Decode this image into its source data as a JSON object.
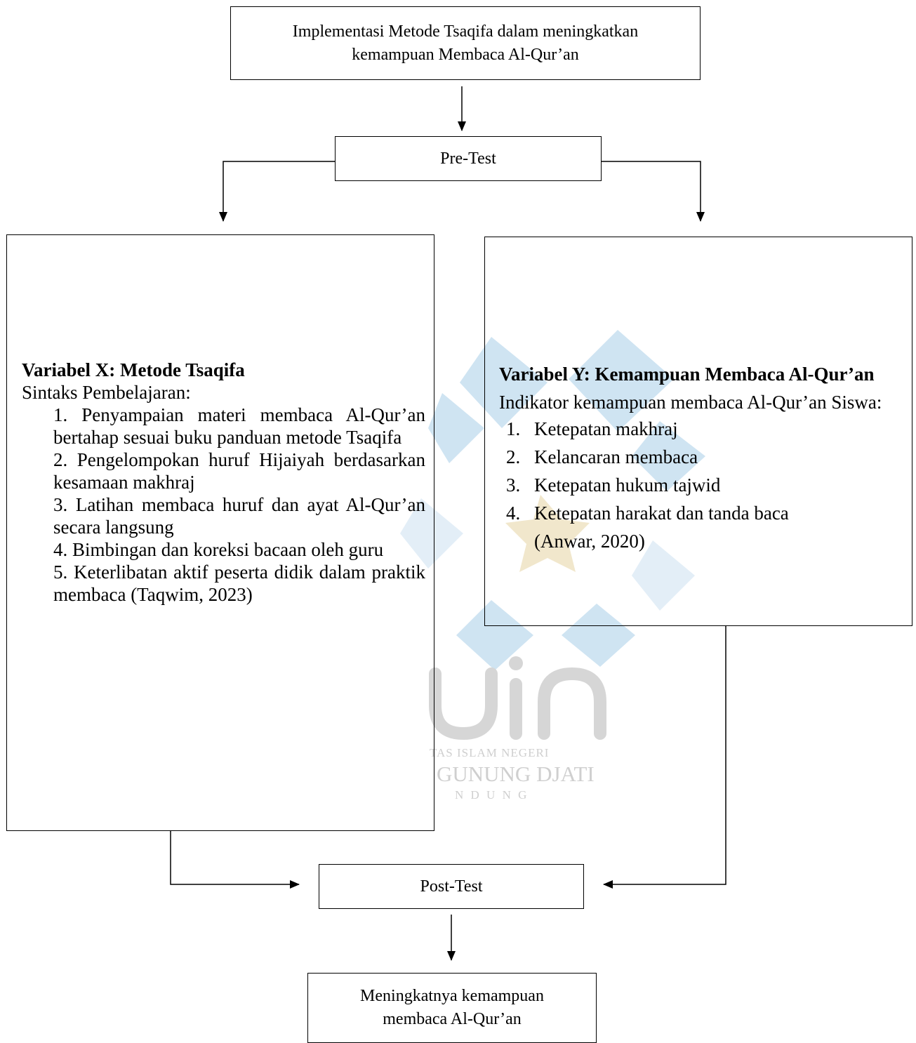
{
  "diagram": {
    "top_box": {
      "line1": "Implementasi Metode Tsaqifa dalam meningkatkan",
      "line2": "kemampuan Membaca Al-Qur’an"
    },
    "pre_test": "Pre-Test",
    "variable_x": {
      "title": "Variabel X: Metode Tsaqifa",
      "subtitle": "Sintaks Pembelajaran:",
      "steps": [
        "1. Penyampaian materi membaca Al-Qur’an bertahap sesuai buku panduan metode Tsaqifa",
        "2. Pengelompokan huruf Hijaiyah berdasarkan kesamaan makhraj",
        "3. Latihan membaca huruf dan ayat Al-Qur’an secara langsung",
        "4. Bimbingan dan koreksi bacaan oleh guru",
        "5. Keterlibatan aktif peserta didik dalam praktik membaca (Taqwim, 2023)"
      ]
    },
    "variable_y": {
      "title": "Variabel Y: Kemampuan Membaca Al-Qur’an",
      "intro": "Indikator kemampuan membaca Al-Qur’an Siswa:",
      "indicators": [
        {
          "num": "1.",
          "text": "Ketepatan makhraj"
        },
        {
          "num": "2.",
          "text": "Kelancaran membaca"
        },
        {
          "num": "3.",
          "text": "Ketepatan hukum tajwid"
        },
        {
          "num": "4.",
          "text": "Ketepatan harakat dan tanda baca (Anwar, 2020)"
        }
      ]
    },
    "post_test": "Post-Test",
    "result": {
      "line1": "Meningkatnya kemampuan",
      "line2": "membaca Al-Qur’an"
    }
  },
  "watermark": {
    "logo_text": "uin",
    "line1": "TAS ISLAM NEGERI",
    "line2": "GUNUNG DJATI",
    "line3": "N D U N G",
    "colors": {
      "blue": "#cfe4f2",
      "gold": "#f1e7cc",
      "grey": "#d9d9d9"
    }
  }
}
